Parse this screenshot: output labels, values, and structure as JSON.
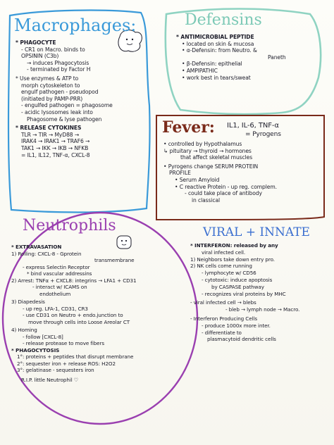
{
  "colors": {
    "macrophage": "#3a9ad9",
    "defensin": "#8fd3c2",
    "fever": "#7a2a1a",
    "neutrophil": "#9a3fb0",
    "viral": "#3b6fd0",
    "ink": "#1c1c2a"
  },
  "macrophages": {
    "title": "Macrophages:",
    "lines": [
      "* PHAGOCYTE",
      "- CR1 on Macro. binds to",
      "OPSININ (C3b)",
      "→ induces Phagocytosis",
      "- terminated by Factor H",
      "* Use enzymes & ATP to",
      "morph cytoskeleton to",
      "engulf pathogen - pseudopod",
      "(initiated by PAMP-PRR)",
      "- engulfed pathogen = phagosome",
      "- acidic lysosomes leak into",
      "Phagosome & lyse pathogen",
      "* RELEASE CYTOKINES",
      "TLR → TIR → MyD88 →",
      "IRAK4 → IRAK1 → TRAF6 →",
      "TAK1 → IKK → IKB → NFKB",
      "= IL1, IL12, TNF-α, CXCL-8"
    ]
  },
  "defensins": {
    "title": "Defensins",
    "lines": [
      "* ANTIMICROBIAL PEPTIDE",
      "• located on skin & mucosa",
      "• α-Defensin: from Neutro. &",
      "Paneth",
      "• β-Defensin: epithelial",
      "• AMPIPATHIC",
      "• work best in tears/sweat"
    ]
  },
  "fever": {
    "title": "Fever:",
    "subtitle": "IL1, IL-6, TNF-α",
    "subtitle2": "= Pyrogens",
    "lines": [
      "• controlled by Hypothalamus",
      "↳ pituitary → thyroid → hormones",
      "that affect skeletal muscles",
      "• Pyrogens change SERUM PROTEIN",
      "PROFILE",
      "• Serum Amyloid",
      "• C reactive Protein - up reg. complem.",
      "- could take place of antibody",
      "in classical"
    ]
  },
  "neutrophils": {
    "title": "Neutrophils",
    "lines": [
      "* EXTRAVASATION",
      "1) Rolling: CXCL-8 - Gprotein",
      "transmembrane",
      "- express Selectin Receptor",
      "* bind vascular addressins",
      "2) Arrest: TNFα + CXCL8: integrins → LFA1 + CD31",
      "- interact w/ ICAMS on",
      "endothelium",
      "3) Diapedesis",
      "- up reg. LFA-1, CD31, CR3",
      "- use CD31 on Neutro + endo.junction to",
      "move through cells into Loose Areolar CT",
      "4) Homing",
      "- follow [CXCL-8]",
      "- release protease to move fibers",
      "* PHAGOCYTOSIS",
      "1°: proteins + peptides that disrupt membrane",
      "2°: sequester iron + release ROS: H2O2",
      "3°: gelatinase - sequesters iron",
      "R.I.P. little Neutrophil ♡"
    ]
  },
  "viral": {
    "title": "VIRAL + INNATE",
    "lines": [
      "* INTERFERON: released by any",
      "viral infected cell.",
      "1) Neighbors take down entry pro.",
      "2) NK cells come running",
      "- lymphocyte w/ CD56",
      "- cytotoxic: induce apoptosis",
      "by CASPASE pathway",
      "- recognizes viral proteins by MHC",
      "- viral infected cell → blebs",
      "- bleb → lymph node → Macro.",
      "- Interferon Producing Cells",
      "- produce 1000x more inter.",
      "- differentiate to",
      "plasmacytoid dendritic cells"
    ]
  }
}
